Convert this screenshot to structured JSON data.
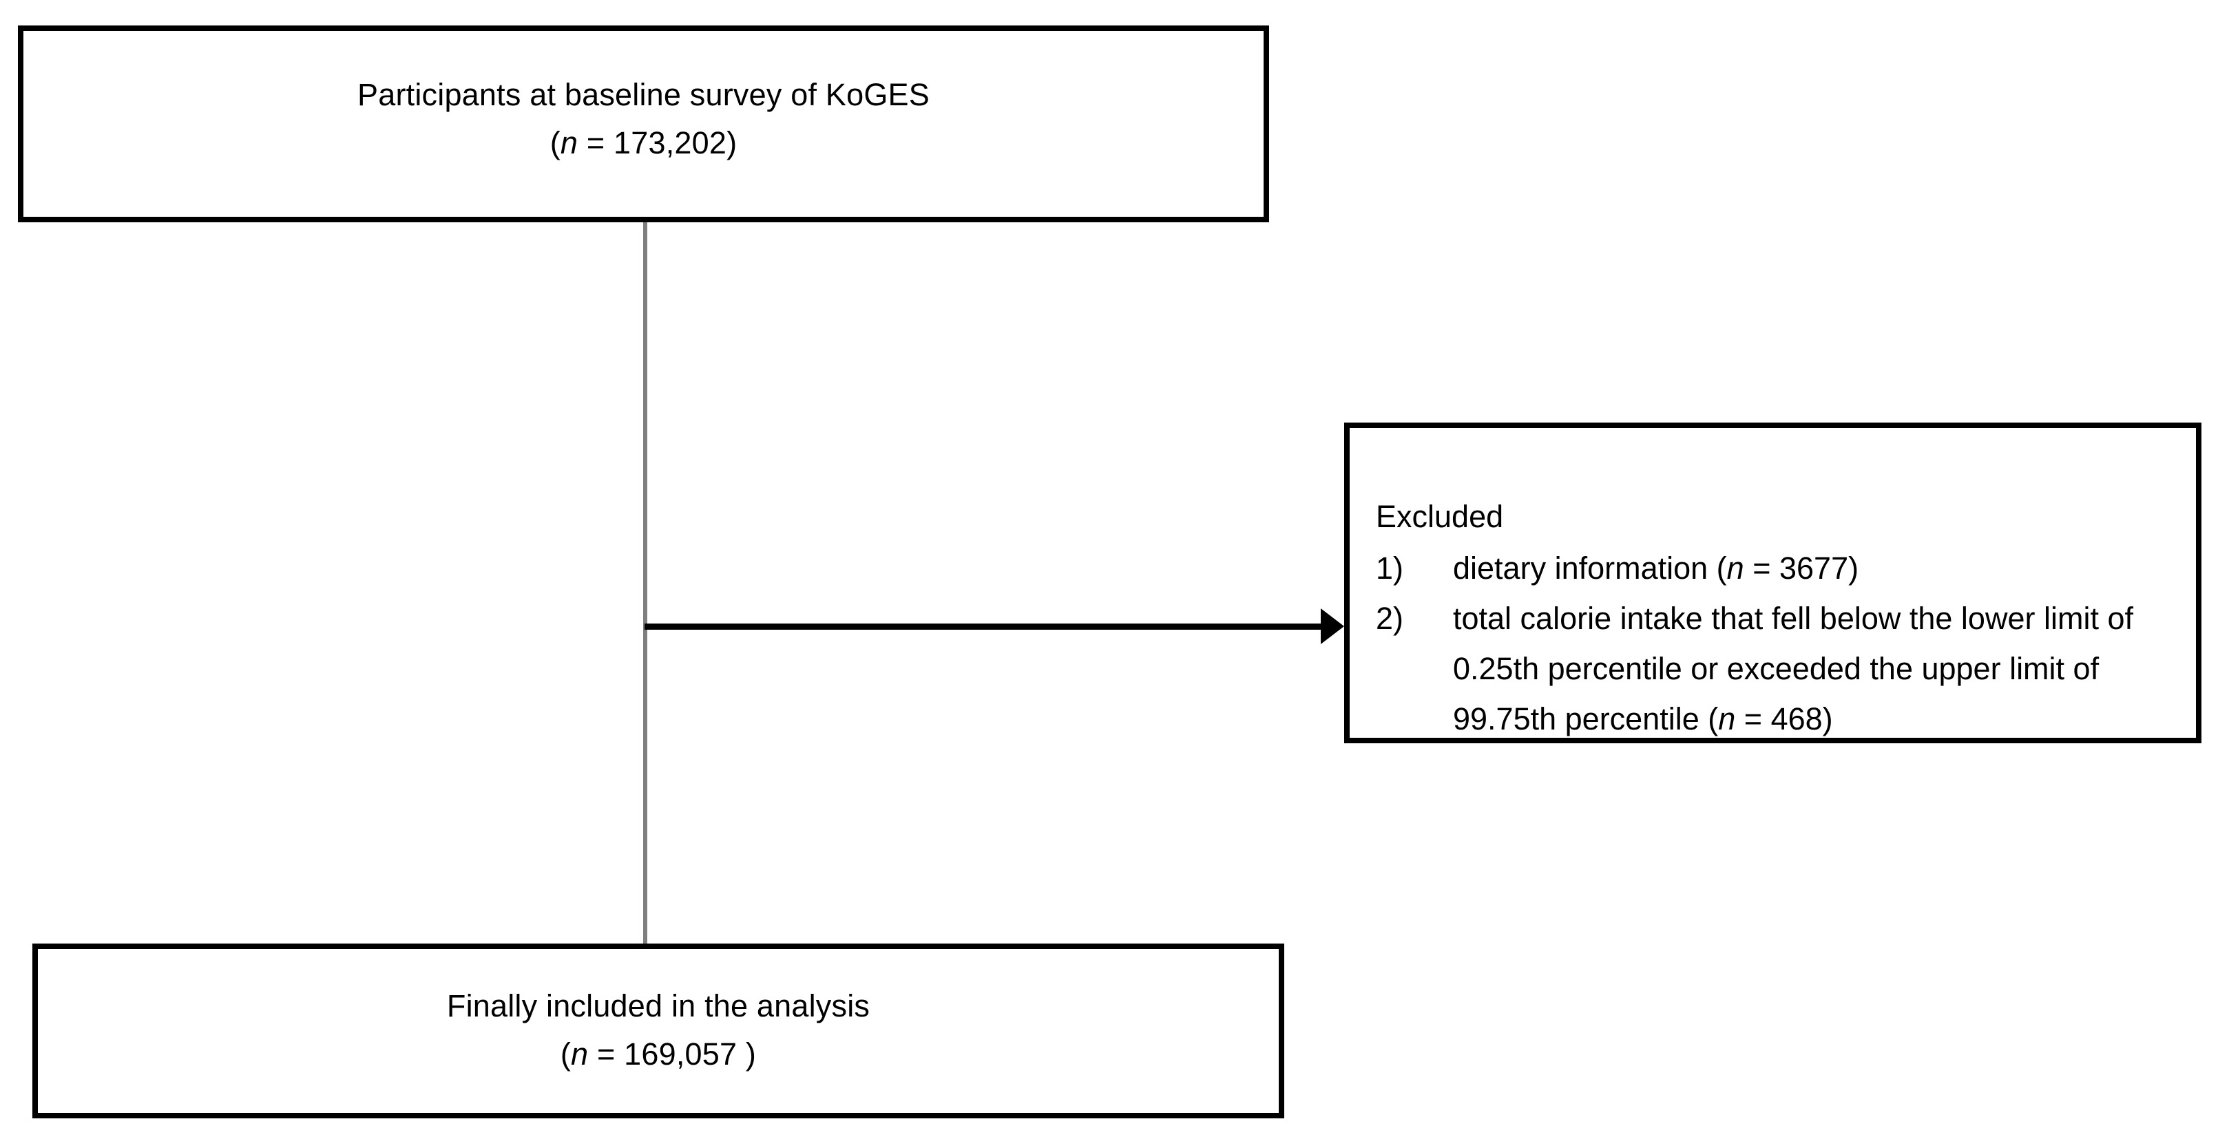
{
  "diagram": {
    "type": "participant-flow-diagram",
    "boxes": {
      "baseline": {
        "line1": "Participants at baseline survey of KoGES",
        "n_prefix": "(",
        "n_symbol": "n",
        "n_value": " = 173,202)",
        "n_full": "(n = 173,202)",
        "count": 173202
      },
      "excluded": {
        "heading": "Excluded",
        "items": [
          {
            "marker": "1)",
            "text_before_n": "dietary information (",
            "n_symbol": "n",
            "text_after_n": " = 3677)",
            "full_text": "dietary information (n = 3677)",
            "count": 3677
          },
          {
            "marker": "2)",
            "text_before_n": "total calorie intake that fell below the lower limit of 0.25th percentile or exceeded the upper limit of 99.75th percentile (",
            "n_symbol": "n",
            "text_after_n": " = 468)",
            "full_text": "total calorie intake that fell below the lower limit of 0.25th percentile or exceeded the upper limit of 99.75th percentile (n = 468)",
            "count": 468
          }
        ]
      },
      "included": {
        "line1": "Finally included in the analysis",
        "n_prefix": "(",
        "n_symbol": "n",
        "n_value": " = 169,057 )",
        "n_full": "(n = 169,057 )",
        "count": 169057
      }
    },
    "connectors": {
      "vertical_label": "baseline-to-included-connector",
      "arrow_label": "exclusion-arrow"
    },
    "colors": {
      "border": "#000000",
      "text": "#000000",
      "connector_line": "#7f7f7f",
      "arrow": "#000000",
      "background": "#ffffff"
    }
  }
}
